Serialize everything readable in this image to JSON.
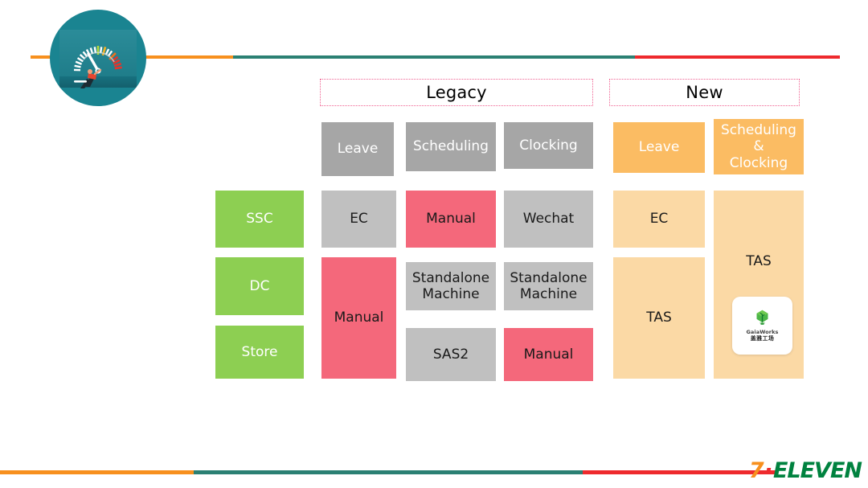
{
  "brand": {
    "footer_logo": {
      "seven": "7",
      "dash": "·",
      "word": "ELEVEN"
    },
    "colors": {
      "orange": "#f7901e",
      "teal": "#2b8073",
      "red": "#ee2a2d",
      "logo_teal": "#1a8491",
      "header_grey": "#a6a6a6",
      "cell_grey": "#c0c0c0",
      "pink": "#f4687b",
      "green": "#8dcf52",
      "header_orange": "#fbbc63",
      "peach": "#fbd9a5",
      "pill_border": "#f06292"
    }
  },
  "sections": {
    "legacy": {
      "label": "Legacy"
    },
    "new": {
      "label": "New"
    }
  },
  "legacy": {
    "headers": [
      {
        "label": "Leave"
      },
      {
        "label": "Scheduling"
      },
      {
        "label": "Clocking"
      }
    ],
    "rows": [
      {
        "entity": "SSC",
        "cells": [
          {
            "label": "EC",
            "type": "grey"
          },
          {
            "label": "Manual",
            "type": "pink"
          },
          {
            "label": "Wechat",
            "type": "grey"
          }
        ]
      },
      {
        "entity": "DC",
        "cells": [
          {
            "label": "Manual",
            "type": "pink"
          },
          {
            "label": "Standalone Machine",
            "type": "grey"
          },
          {
            "label": "Standalone Machine",
            "type": "grey"
          }
        ]
      },
      {
        "entity": "Store",
        "cells": [
          {
            "label": "",
            "type": "pink"
          },
          {
            "label": "SAS2",
            "type": "grey"
          },
          {
            "label": "Manual",
            "type": "pink"
          }
        ]
      }
    ]
  },
  "new": {
    "headers": [
      {
        "label": "Leave"
      },
      {
        "label": "Scheduling\n&\nClocking"
      }
    ],
    "cells": [
      {
        "label": "EC"
      },
      {
        "label": "TAS"
      },
      {
        "label": "TAS"
      }
    ],
    "vendor": {
      "name": "GaiaWorks",
      "name_cn": "盖雅工场",
      "icon": "tree-icon"
    }
  },
  "entities": [
    {
      "label": "SSC"
    },
    {
      "label": "DC"
    },
    {
      "label": "Store"
    }
  ]
}
